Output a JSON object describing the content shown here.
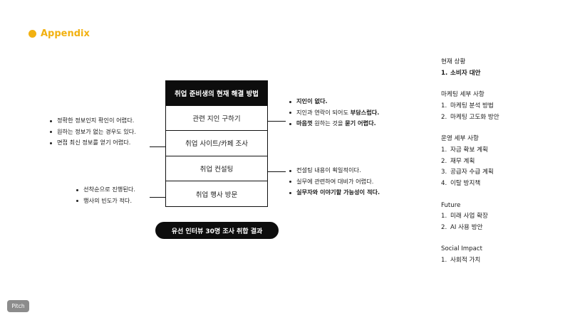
{
  "header": {
    "title": "Appendix",
    "accent_color": "#f2b111",
    "icon": "dot-icon"
  },
  "table": {
    "header": "취업 준비생의 현재 해결 방법",
    "rows": [
      "관련 지인 구하기",
      "취업 사이트/카페 조사",
      "취업 컨설팅",
      "취업 행사 방문"
    ]
  },
  "notes": {
    "left_top": [
      "정확한 정보인지 확인이 어렵다.",
      "원하는 정보가 없는 경우도 있다.",
      "면접 최신 정보를 얻기 어렵다."
    ],
    "left_bottom": [
      "선착순으로 진행된다.",
      "행사의 빈도가 적다."
    ],
    "right_top": [
      {
        "parts": [
          {
            "t": "지인이 없다.",
            "b": true
          }
        ]
      },
      {
        "parts": [
          {
            "t": "지인과 연락이 되어도 ",
            "b": false
          },
          {
            "t": "부담스럽다.",
            "b": true
          }
        ]
      },
      {
        "parts": [
          {
            "t": "마음껏",
            "b": true
          },
          {
            "t": " 원하는 것을 ",
            "b": false
          },
          {
            "t": "묻기 어렵다.",
            "b": true
          }
        ]
      }
    ],
    "right_bottom": [
      {
        "parts": [
          {
            "t": "컨설팅 내용이 획일적이다.",
            "b": false
          }
        ]
      },
      {
        "parts": [
          {
            "t": "실무에 관련하여 대비가 어렵다.",
            "b": false
          }
        ]
      },
      {
        "parts": [
          {
            "t": "실무자와 이야기할 가능성이 적다.",
            "b": true
          }
        ]
      }
    ]
  },
  "caption": "유선 인터뷰 30명 조사 취합 결과",
  "sidebar": [
    {
      "title": "현재 상황",
      "items": [
        {
          "num": "1.",
          "label": "소비자 대안",
          "bold": true
        }
      ]
    },
    {
      "title": "마케팅 세부 사항",
      "items": [
        {
          "num": "1.",
          "label": "마케팅 분석 방법"
        },
        {
          "num": "2.",
          "label": "마케팅 고도화 방안"
        }
      ]
    },
    {
      "title": "운영 세부 사항",
      "items": [
        {
          "num": "1.",
          "label": "자금 확보 계획"
        },
        {
          "num": "2.",
          "label": "재무 계획"
        },
        {
          "num": "3.",
          "label": "공급자 수급 계획"
        },
        {
          "num": "4.",
          "label": "이탈 방지책"
        }
      ]
    },
    {
      "title": "Future",
      "items": [
        {
          "num": "1.",
          "label": "미래 사업 확장"
        },
        {
          "num": "2.",
          "label": "AI 사용 방안"
        }
      ]
    },
    {
      "title": "Social Impact",
      "items": [
        {
          "num": "1.",
          "label": "사회적 가치"
        }
      ]
    }
  ],
  "badge": "Pitch"
}
